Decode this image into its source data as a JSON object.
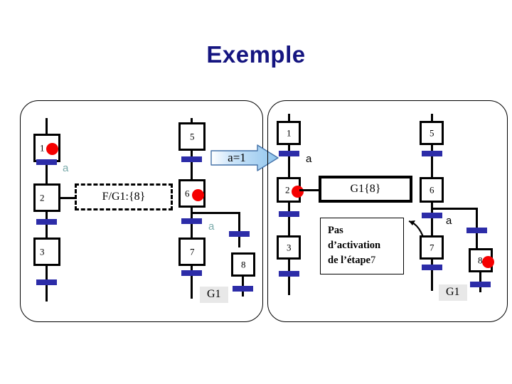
{
  "title": "Exemple",
  "colors": {
    "title": "#151580",
    "token": "#f50000",
    "transition_bar": "#2c2ca8",
    "receptivity_teal": "#79aaaa",
    "arrow_fill_light": "#cfe6fa",
    "arrow_fill_mid": "#9bcdf0",
    "arrow_stroke": "#4472a8",
    "tag_background": "#e8e8e8",
    "line": "#000000"
  },
  "transition_arrow": {
    "label": "a=1",
    "name": "arrow-a-equals-1"
  },
  "before": {
    "panel_name": "grafcet-before-panel",
    "chart_tag": "G1",
    "left_branch": {
      "steps": [
        {
          "id": "1",
          "label": "1",
          "active": true
        },
        {
          "id": "2",
          "label": "2",
          "active": false
        },
        {
          "id": "3",
          "label": "3",
          "active": false
        }
      ],
      "receptivities": [
        "a",
        "",
        ""
      ]
    },
    "right_branch": {
      "steps": [
        {
          "id": "5",
          "label": "5",
          "active": false
        },
        {
          "id": "6",
          "label": "6",
          "active": true
        },
        {
          "id": "7",
          "label": "7",
          "active": false
        },
        {
          "id": "8",
          "label": "8",
          "active": false
        }
      ],
      "receptivities": [
        "",
        "a",
        ""
      ]
    },
    "action": {
      "text": "F/G1:{8}",
      "style": "dashed",
      "attached_to_step": "2"
    }
  },
  "after": {
    "panel_name": "grafcet-after-panel",
    "chart_tag": "G1",
    "left_branch": {
      "steps": [
        {
          "id": "1",
          "label": "1",
          "active": false
        },
        {
          "id": "2",
          "label": "2",
          "active": true
        },
        {
          "id": "3",
          "label": "3",
          "active": false
        }
      ],
      "receptivities": [
        "a",
        "",
        ""
      ]
    },
    "right_branch": {
      "steps": [
        {
          "id": "5",
          "label": "5",
          "active": false
        },
        {
          "id": "6",
          "label": "6",
          "active": false
        },
        {
          "id": "7",
          "label": "7",
          "active": false
        },
        {
          "id": "8",
          "label": "8",
          "active": true
        }
      ],
      "receptivities": [
        "",
        "a",
        ""
      ]
    },
    "action": {
      "text": "G1{8}",
      "style": "solid",
      "attached_to_step": "2"
    },
    "note": {
      "line1": "Pas",
      "line2": "d’activation",
      "line3_bold": "de l’étape",
      "line3_plain": "7"
    }
  }
}
